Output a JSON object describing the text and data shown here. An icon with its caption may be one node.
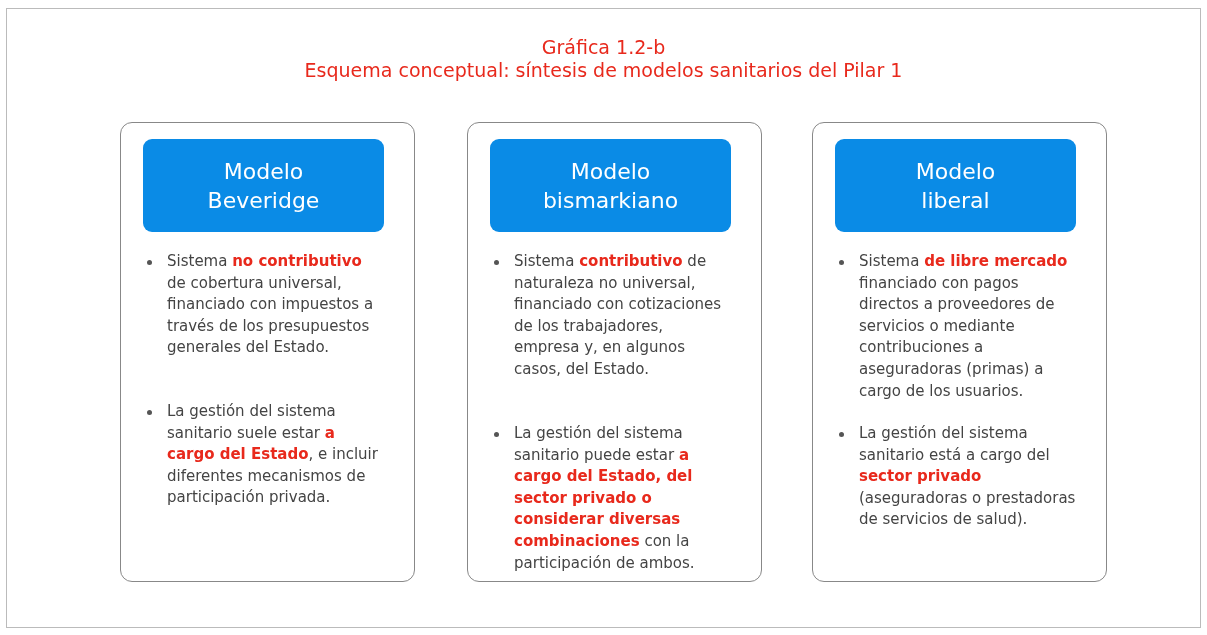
{
  "diagram": {
    "title": "Gráfica 1.2-b",
    "labels": [
      "Esquema conceptual: síntesis de modelos sanitarios del Pilar 1"
    ],
    "nodes": [
      {
        "text": [
          "Sistema **no contributivo** de cobertura universal, financiado con impuestos a través de los presupuestos generales del Estado.",
          "La gestión del sistema sanitario suele estar **a cargo del Estado**, e incluir diferentes mecanismos de participación privada."
        ]
      },
      {
        "text": [
          "Modelo Beveridge"
        ],
        "in": 0
      },
      {
        "text": [
          "Sistema **contributivo** de naturaleza no universal, financiado con cotizaciones de los trabajadores, empresa y, en algunos casos, del Estado.",
          "La gestión del sistema sanitario puede estar **a cargo del Estado, del sector privado o considerar diversas combinaciones** con la participación de ambos."
        ]
      },
      {
        "text": [
          "Modelo bismarkiano"
        ],
        "in": 2
      },
      {
        "text": [
          "Sistema **de libre mercado** financiado con pagos directos a proveedores de servicios o mediante contribuciones a aseguradoras (primas) a cargo de los usuarios.",
          "La gestión del sistema sanitario está a cargo del **sector privado** (aseguradoras o prestadoras de servicios de salud)."
        ]
      },
      {
        "text": [
          "Modelo liberal"
        ],
        "in": 4
      }
    ]
  }
}
